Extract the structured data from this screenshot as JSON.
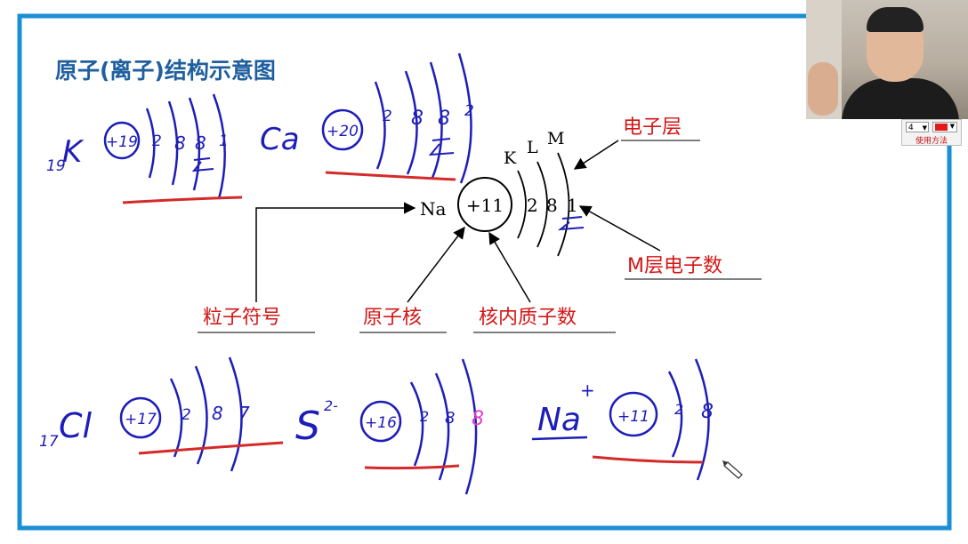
{
  "slide": {
    "title": "原子(离子)结构示意图",
    "frame_color": "#1a8fd6",
    "title_color": "#1f5f9f"
  },
  "diagram": {
    "shell_names": [
      "K",
      "L",
      "M"
    ],
    "element": "Na",
    "nucleus": "+11",
    "electrons": [
      "2",
      "8",
      "1"
    ],
    "labels": {
      "shell": "电子层",
      "m_shell_count": "M层电子数",
      "particle_symbol": "粒子符号",
      "nucleus": "原子核",
      "protons": "核内质子数"
    },
    "label_color": "#d41616"
  },
  "handwritten": {
    "k": {
      "prefix": "19",
      "symbol": "K",
      "nucleus": "+19",
      "electrons": [
        "2",
        "8",
        "8",
        "1"
      ]
    },
    "ca": {
      "symbol": "Ca",
      "nucleus": "+20",
      "electrons": [
        "2",
        "8",
        "8",
        "2"
      ]
    },
    "cl": {
      "prefix": "17",
      "symbol": "Cl",
      "nucleus": "+17",
      "electrons": [
        "2",
        "8",
        "7"
      ]
    },
    "s": {
      "symbol": "S",
      "charge": "2-",
      "nucleus": "+16",
      "electrons": [
        "2",
        "8",
        "8"
      ]
    },
    "na_ion": {
      "symbol": "Na",
      "charge": "+",
      "nucleus": "+11",
      "electrons": [
        "2",
        "8"
      ]
    },
    "ink_blue": "#1d1db8",
    "ink_red": "#d42a2a",
    "ink_pink": "#e040c8"
  },
  "toolbar": {
    "size_value": "4",
    "help_label": "使用方法",
    "pen_color": "#e21a1a"
  },
  "icons": {
    "pen_cursor": "pencil-cursor-icon",
    "dropdown": "chevron-down-icon"
  }
}
